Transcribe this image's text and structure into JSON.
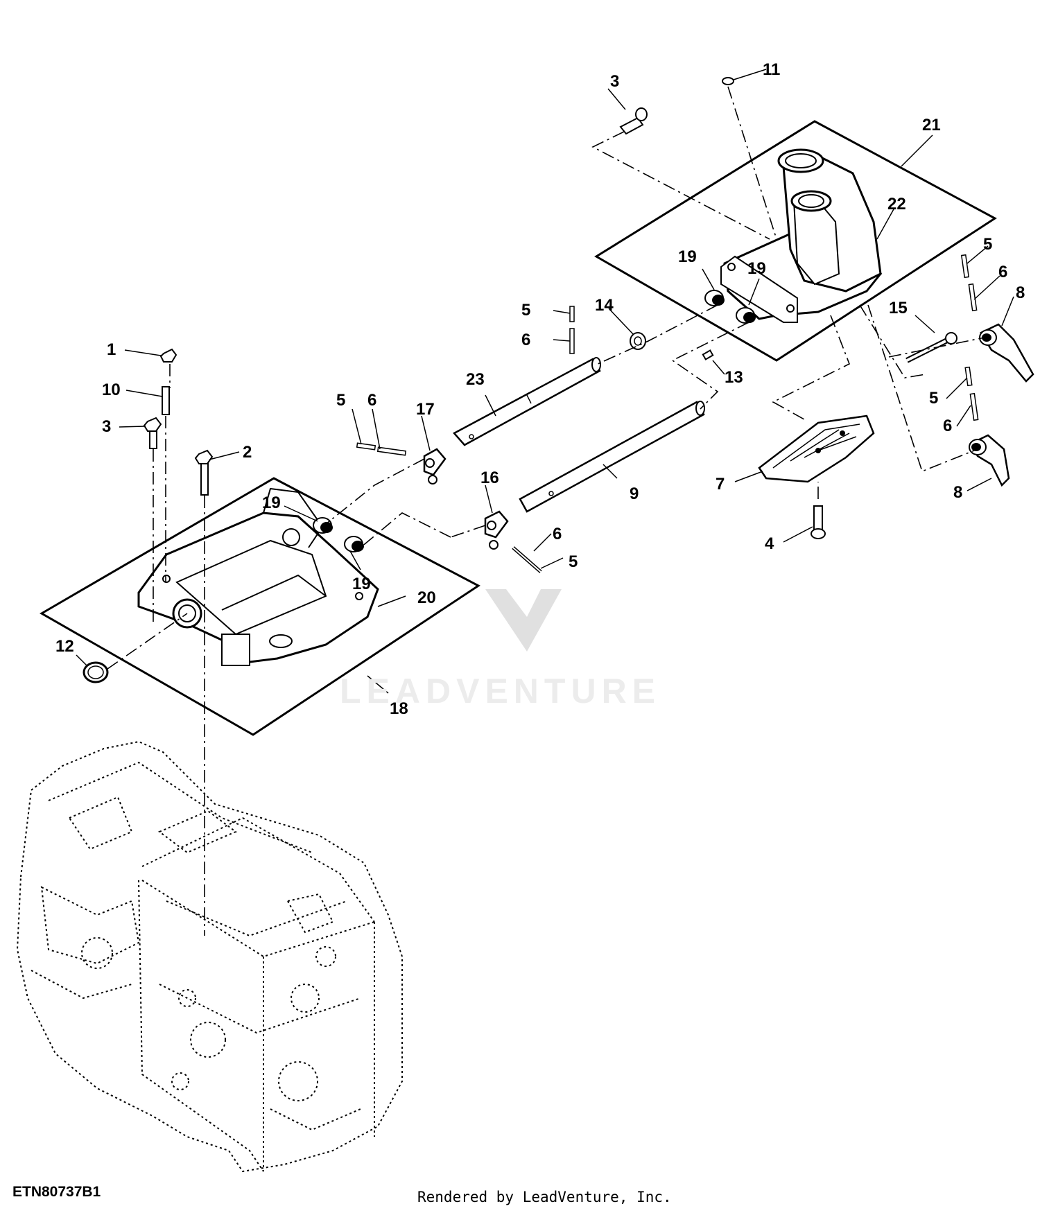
{
  "diagram": {
    "figure_code": "ETN80737B1",
    "footer": "Rendered by LeadVenture, Inc.",
    "watermark": "LEADVENTURE",
    "callouts": {
      "c1": "1",
      "c2": "2",
      "c3a": "3",
      "c3b": "3",
      "c4": "4",
      "c5a": "5",
      "c5b": "5",
      "c5c": "5",
      "c5d": "5",
      "c5e": "5",
      "c6a": "6",
      "c6b": "6",
      "c6c": "6",
      "c6d": "6",
      "c6e": "6",
      "c7": "7",
      "c8a": "8",
      "c8b": "8",
      "c9": "9",
      "c10": "10",
      "c11": "11",
      "c12": "12",
      "c13": "13",
      "c14": "14",
      "c15": "15",
      "c16": "16",
      "c17": "17",
      "c18": "18",
      "c19a": "19",
      "c19b": "19",
      "c19c": "19",
      "c19d": "19",
      "c20": "20",
      "c21": "21",
      "c22": "22",
      "c23": "23"
    }
  }
}
